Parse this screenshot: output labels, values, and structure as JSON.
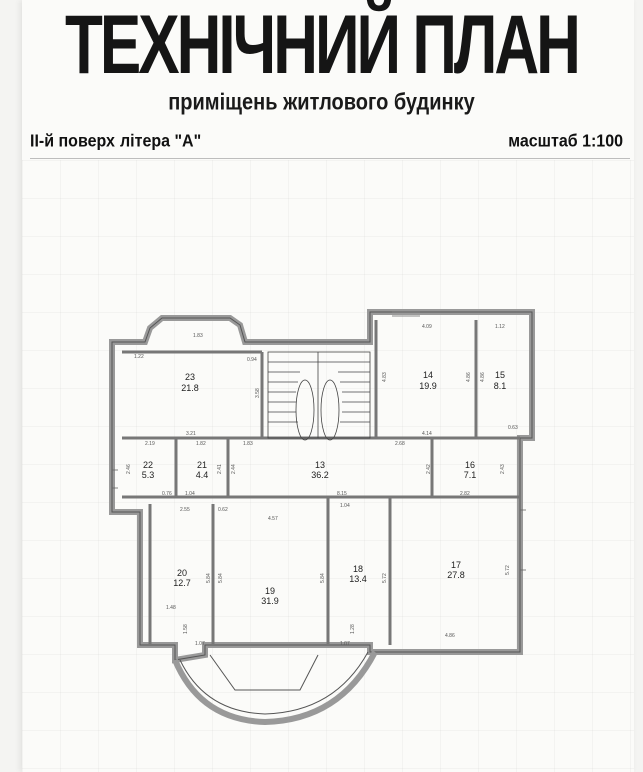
{
  "header": {
    "title": "ТЕХНІЧНИЙ ПЛАН",
    "subtitle": "приміщень житлового будинку",
    "floor": "II-й поверх",
    "letter": "літера \"А\"",
    "scale": "масштаб 1:100"
  },
  "rooms": [
    {
      "no": "23",
      "area": "21.8"
    },
    {
      "no": "14",
      "area": "19.9"
    },
    {
      "no": "15",
      "area": "8.1"
    },
    {
      "no": "22",
      "area": "5.3"
    },
    {
      "no": "21",
      "area": "4.4"
    },
    {
      "no": "13",
      "area": "36.2"
    },
    {
      "no": "16",
      "area": "7.1"
    },
    {
      "no": "20",
      "area": "12.7"
    },
    {
      "no": "19",
      "area": "31.9"
    },
    {
      "no": "18",
      "area": "13.4"
    },
    {
      "no": "17",
      "area": "27.8"
    }
  ],
  "dimensions": [
    "1.83",
    "1.22",
    "0.94",
    "4.09",
    "1.12",
    "3.58",
    "4.83",
    "4.86",
    "4.86",
    "3.21",
    "4.14",
    "0.63",
    "2.19",
    "1.82",
    "1.83",
    "2.68",
    "2.46",
    "2.41",
    "2.44",
    "2.42",
    "2.43",
    "0.76",
    "1.04",
    "8.15",
    "2.82",
    "2.55",
    "0.62",
    "4.57",
    "1.04",
    "5.84",
    "5.84",
    "5.84",
    "5.72",
    "5.72",
    "1.48",
    "1.58",
    "1.28",
    "1.07",
    "1.07",
    "4.86"
  ],
  "colors": {
    "wall": "#9a9a9a",
    "wall_edge": "#555555",
    "ink": "#1a1a1a"
  }
}
